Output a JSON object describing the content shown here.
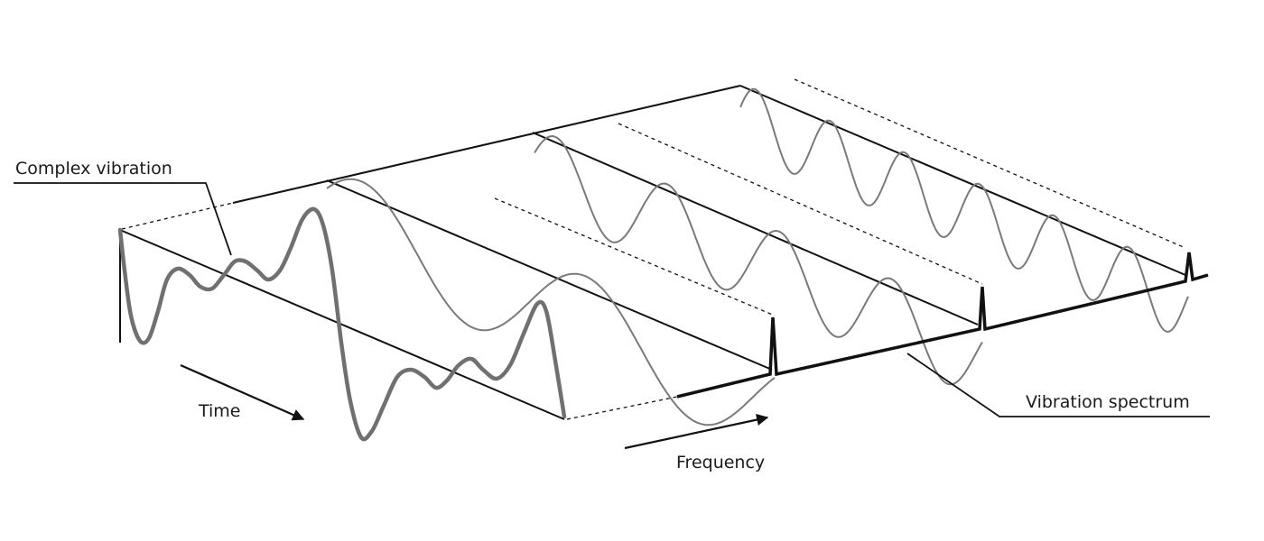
{
  "labels": {
    "complex_vibration": "Complex vibration",
    "time": "Time",
    "frequency": "Frequency",
    "vibration_spectrum": "Vibration spectrum"
  },
  "colors": {
    "wave": "#7a7a7a",
    "complex_wave": "#707070",
    "line": "#111111"
  }
}
